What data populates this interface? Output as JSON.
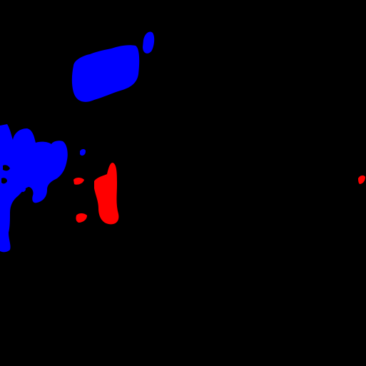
{
  "colors": {
    "background": "#000000",
    "class_blue": "#0000ff",
    "class_red": "#ff0000"
  },
  "regions": [
    {
      "kind": "blue-cluster",
      "color": "class_blue"
    },
    {
      "kind": "blue-cluster",
      "color": "class_blue"
    },
    {
      "kind": "red-cluster",
      "color": "class_red"
    },
    {
      "kind": "red-speck",
      "color": "class_red"
    }
  ]
}
